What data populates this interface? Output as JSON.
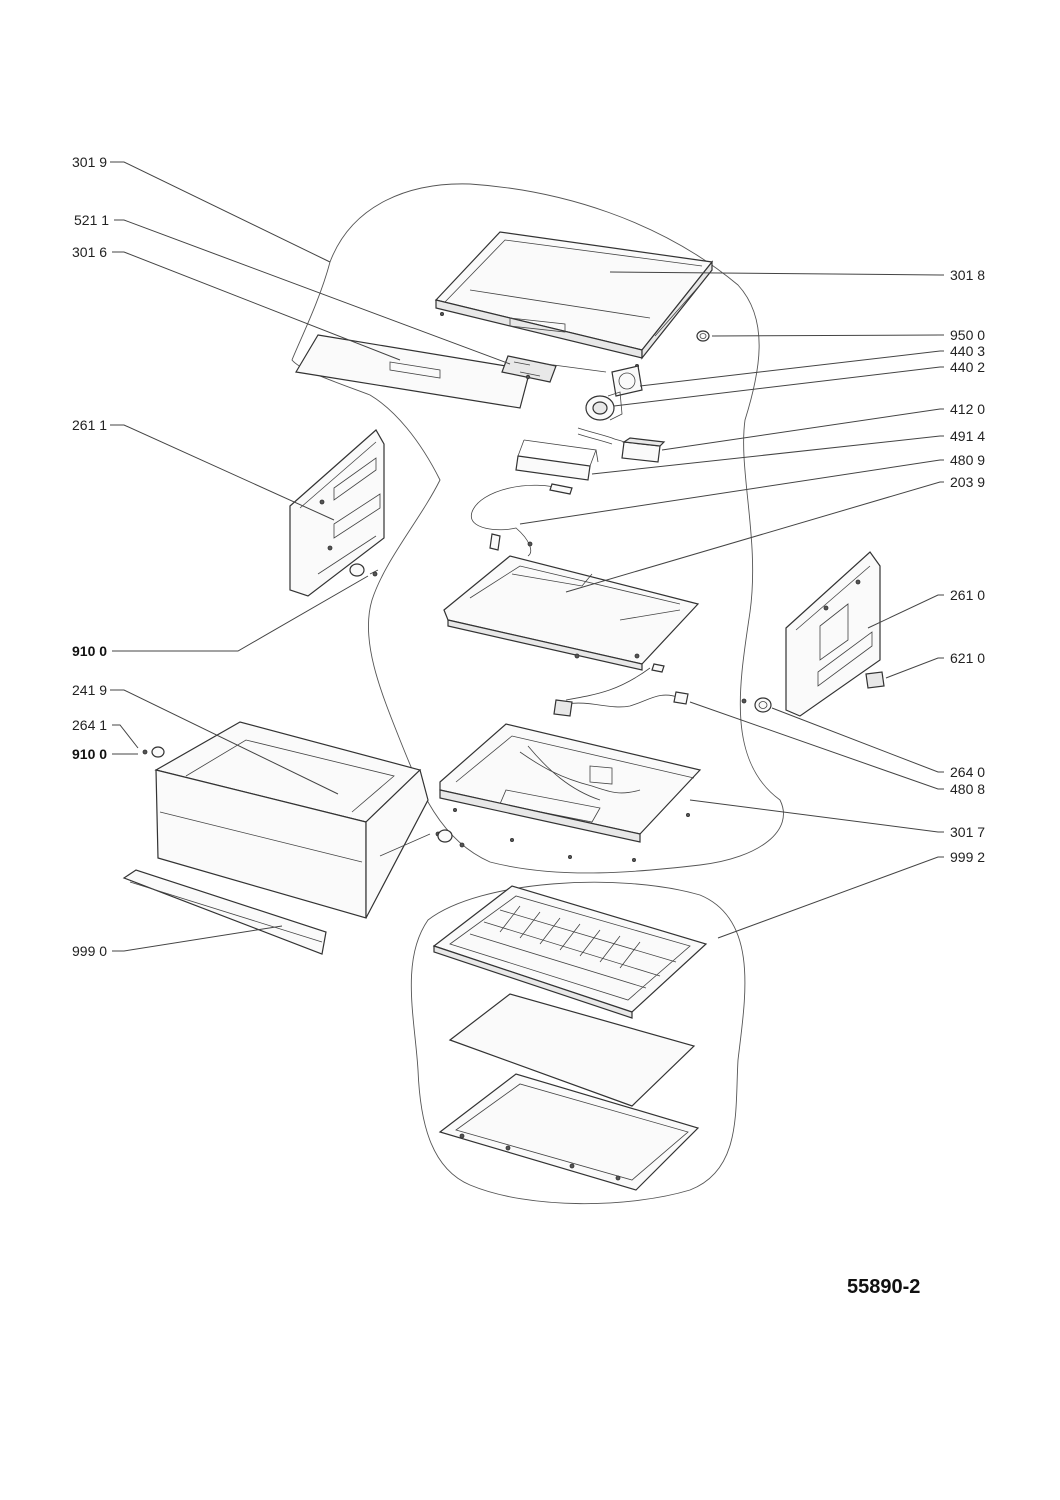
{
  "drawing_number": "55890-2",
  "labels": {
    "l3019": "301 9",
    "l5211": "521 1",
    "l3016": "301 6",
    "l2611": "261 1",
    "l9100a": "910 0",
    "l2419": "241 9",
    "l2641": "264 1",
    "l9100b": "910 0",
    "l9990": "999 0",
    "l3018": "301 8",
    "l9500": "950 0",
    "l4403": "440 3",
    "l4402": "440 2",
    "l4120": "412 0",
    "l4914": "491 4",
    "l4809": "480 9",
    "l2039": "203 9",
    "l2610": "261 0",
    "l6210": "621 0",
    "l2640": "264 0",
    "l4808": "480 8",
    "l3017": "301 7",
    "l9992": "999 2"
  }
}
